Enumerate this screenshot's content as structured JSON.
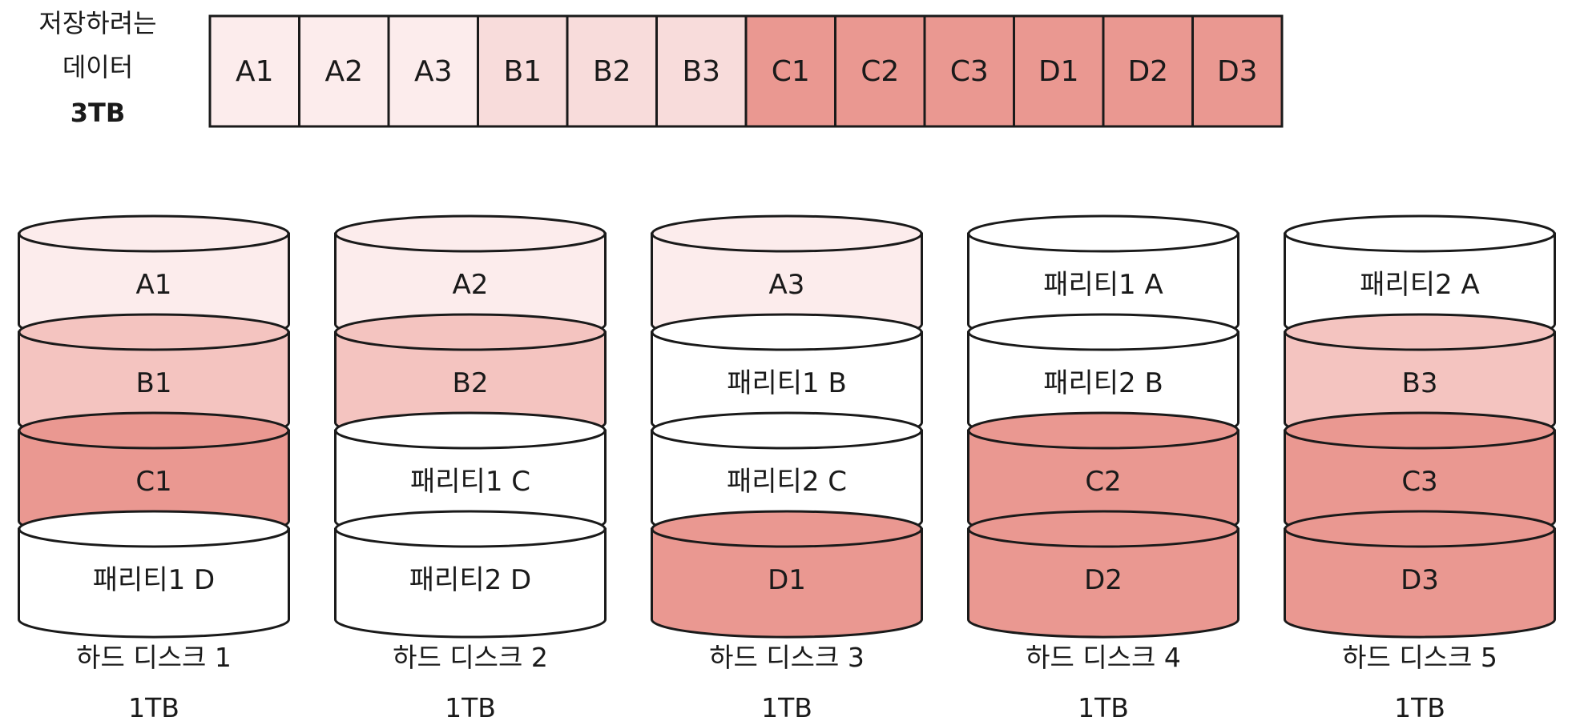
{
  "title_lines": [
    "저장하려는",
    "데이터",
    "3TB"
  ],
  "colors": {
    "A": "#fcecec",
    "B_strip": "#f8dcdb",
    "B_disk": "#f4c4c0",
    "C": "#ea9891",
    "D": "#ea9891",
    "parity": "#ffffff",
    "stroke": "#1a1a1a"
  },
  "data_cells": [
    {
      "label": "A1",
      "group": "A"
    },
    {
      "label": "A2",
      "group": "A"
    },
    {
      "label": "A3",
      "group": "A"
    },
    {
      "label": "B1",
      "group": "B"
    },
    {
      "label": "B2",
      "group": "B"
    },
    {
      "label": "B3",
      "group": "B"
    },
    {
      "label": "C1",
      "group": "C"
    },
    {
      "label": "C2",
      "group": "C"
    },
    {
      "label": "C3",
      "group": "C"
    },
    {
      "label": "D1",
      "group": "D"
    },
    {
      "label": "D2",
      "group": "D"
    },
    {
      "label": "D3",
      "group": "D"
    }
  ],
  "disks": [
    {
      "name": "하드 디스크 1",
      "capacity": "1TB",
      "blocks": [
        {
          "label": "A1",
          "kind": "A"
        },
        {
          "label": "B1",
          "kind": "B"
        },
        {
          "label": "C1",
          "kind": "C"
        },
        {
          "label": "패리티1 D",
          "kind": "parity"
        }
      ]
    },
    {
      "name": "하드 디스크 2",
      "capacity": "1TB",
      "blocks": [
        {
          "label": "A2",
          "kind": "A"
        },
        {
          "label": "B2",
          "kind": "B"
        },
        {
          "label": "패리티1 C",
          "kind": "parity"
        },
        {
          "label": "패리티2 D",
          "kind": "parity"
        }
      ]
    },
    {
      "name": "하드 디스크 3",
      "capacity": "1TB",
      "blocks": [
        {
          "label": "A3",
          "kind": "A"
        },
        {
          "label": "패리티1 B",
          "kind": "parity"
        },
        {
          "label": "패리티2 C",
          "kind": "parity"
        },
        {
          "label": "D1",
          "kind": "D"
        }
      ]
    },
    {
      "name": "하드 디스크 4",
      "capacity": "1TB",
      "blocks": [
        {
          "label": "패리티1 A",
          "kind": "parity"
        },
        {
          "label": "패리티2 B",
          "kind": "parity"
        },
        {
          "label": "C2",
          "kind": "C"
        },
        {
          "label": "D2",
          "kind": "D"
        }
      ]
    },
    {
      "name": "하드 디스크 5",
      "capacity": "1TB",
      "blocks": [
        {
          "label": "패리티2 A",
          "kind": "parity"
        },
        {
          "label": "B3",
          "kind": "B"
        },
        {
          "label": "C3",
          "kind": "C"
        },
        {
          "label": "D3",
          "kind": "D"
        }
      ]
    }
  ]
}
